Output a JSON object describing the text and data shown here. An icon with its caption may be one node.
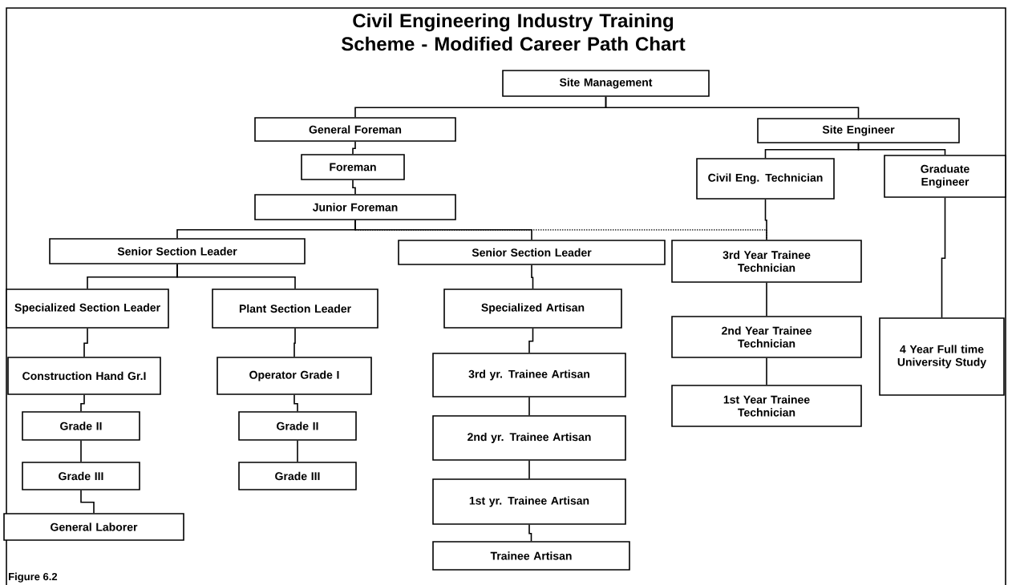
{
  "diagram": {
    "title": "Civil Engineering Industry Training Scheme - Modified Career Path Chart",
    "nodes": [
      {
        "text": [
          "Site Management"
        ]
      },
      {
        "text": [
          "General Foreman"
        ]
      },
      {
        "text": [
          "Site Engineer"
        ]
      },
      {
        "text": [
          "Foreman"
        ]
      },
      {
        "text": [
          "Civil Eng. Technician"
        ]
      },
      {
        "text": [
          "Graduate Engineer"
        ]
      },
      {
        "text": [
          "Junior Foreman"
        ]
      },
      {
        "text": [
          "Senior Section Leader"
        ]
      },
      {
        "text": [
          "Senior Section Leader"
        ]
      },
      {
        "text": [
          "3rd Year Trainee Technician"
        ]
      },
      {
        "text": [
          "Specialized Section Leader"
        ]
      },
      {
        "text": [
          "Plant Section Leader"
        ]
      },
      {
        "text": [
          "Specialized Artisan"
        ]
      },
      {
        "text": [
          "Construction Hand Gr.I"
        ]
      },
      {
        "text": [
          "Operator Grade I"
        ]
      },
      {
        "text": [
          "3rd yr. Trainee Artisan"
        ]
      },
      {
        "text": [
          "2nd Year Trainee Technician"
        ]
      },
      {
        "text": [
          "4 Year Full time University Study"
        ]
      },
      {
        "text": [
          "1st Year Trainee Technician"
        ]
      },
      {
        "text": [
          "Grade II"
        ]
      },
      {
        "text": [
          "Grade II"
        ]
      },
      {
        "text": [
          "2nd yr. Trainee Artisan"
        ]
      },
      {
        "text": [
          "Grade III"
        ]
      },
      {
        "text": [
          "Grade III"
        ]
      },
      {
        "text": [
          "1st yr. Trainee Artisan"
        ]
      },
      {
        "text": [
          "General Laborer"
        ]
      },
      {
        "text": [
          "Trainee Artisan"
        ]
      }
    ],
    "edges": [
      {
        "from": 0,
        "to": 1,
        "arrow": "none"
      },
      {
        "from": 0,
        "to": 2,
        "arrow": "none"
      },
      {
        "from": 1,
        "to": 3,
        "arrow": "none"
      },
      {
        "from": 2,
        "to": 4,
        "arrow": "none"
      },
      {
        "from": 2,
        "to": 5,
        "arrow": "none"
      },
      {
        "from": 3,
        "to": 6,
        "arrow": "none"
      },
      {
        "from": 6,
        "to": 7,
        "arrow": "none"
      },
      {
        "from": 6,
        "to": 8,
        "arrow": "none"
      },
      {
        "from": 6,
        "to": 9,
        "arrow": "none",
        "style": "dashed"
      },
      {
        "from": 4,
        "to": 9,
        "arrow": "none"
      },
      {
        "from": 7,
        "to": 10,
        "arrow": "none"
      },
      {
        "from": 7,
        "to": 11,
        "arrow": "none"
      },
      {
        "from": 8,
        "to": 12,
        "arrow": "none"
      },
      {
        "from": 10,
        "to": 13,
        "arrow": "none"
      },
      {
        "from": 11,
        "to": 14,
        "arrow": "none"
      },
      {
        "from": 12,
        "to": 15,
        "arrow": "none"
      },
      {
        "from": 9,
        "to": 16,
        "arrow": "none"
      },
      {
        "from": 5,
        "to": 17,
        "arrow": "none"
      },
      {
        "from": 16,
        "to": 18,
        "arrow": "none"
      },
      {
        "from": 13,
        "to": 19,
        "arrow": "none"
      },
      {
        "from": 14,
        "to": 20,
        "arrow": "none"
      },
      {
        "from": 15,
        "to": 21,
        "arrow": "none"
      },
      {
        "from": 19,
        "to": 22,
        "arrow": "none"
      },
      {
        "from": 20,
        "to": 23,
        "arrow": "none"
      },
      {
        "from": 21,
        "to": 24,
        "arrow": "none"
      },
      {
        "from": 22,
        "to": 25,
        "arrow": "none"
      },
      {
        "from": 24,
        "to": 26,
        "arrow": "none"
      }
    ],
    "labels": [
      "Figure 6.2"
    ]
  }
}
